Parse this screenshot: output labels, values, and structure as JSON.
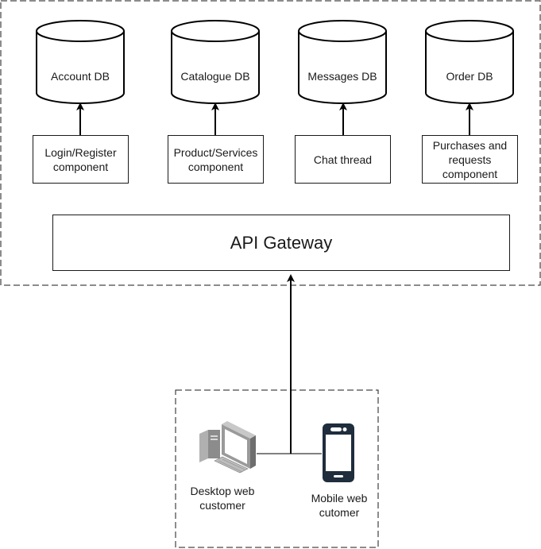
{
  "databases": [
    {
      "label": "Account DB"
    },
    {
      "label": "Catalogue DB"
    },
    {
      "label": "Messages DB"
    },
    {
      "label": "Order DB"
    }
  ],
  "components": [
    {
      "label": "Login/Register component"
    },
    {
      "label": "Product/Services component"
    },
    {
      "label": "Chat thread"
    },
    {
      "label": "Purchases and requests component"
    }
  ],
  "gateway": {
    "label": "API Gateway"
  },
  "clients": {
    "desktop": {
      "label": "Desktop web customer",
      "icon": "desktop-computer-icon"
    },
    "mobile": {
      "label": "Mobile web cutomer",
      "icon": "mobile-phone-icon"
    }
  },
  "colors": {
    "stroke": "#1a1a1a",
    "icon_gray": "#808080",
    "icon_dark": "#1f2d3d"
  }
}
